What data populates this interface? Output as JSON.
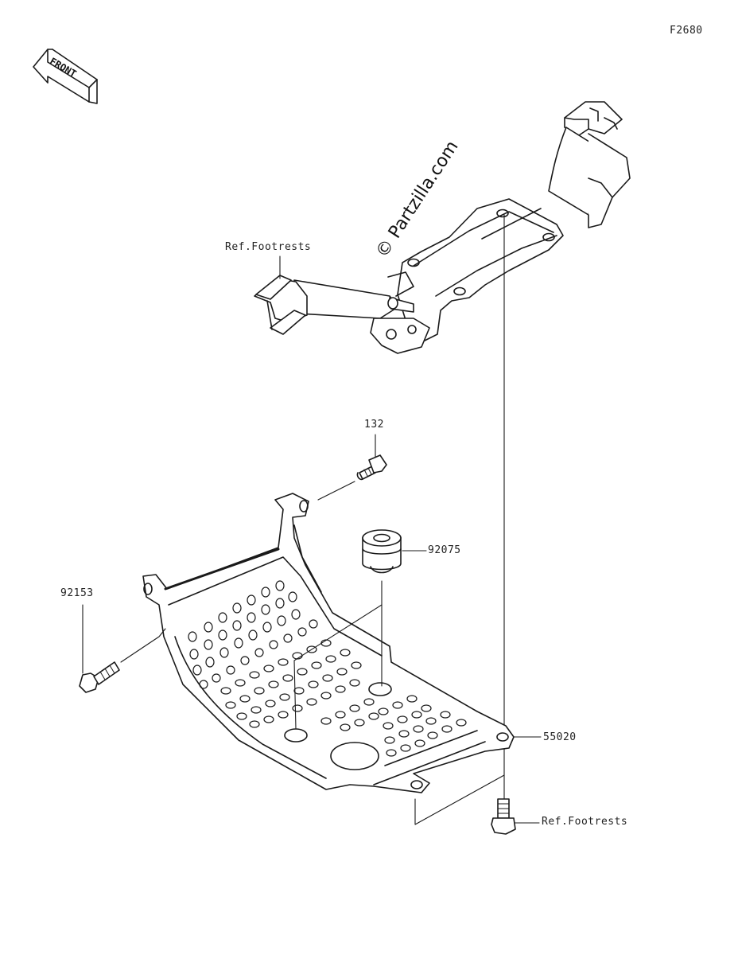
{
  "figure_code": "F2680",
  "front_badge": "FRONT",
  "watermark": "© Partzilla.com",
  "labels": {
    "ref_footrests_top": "Ref.Footrests",
    "part_132": "132",
    "part_92075": "92075",
    "part_92153": "92153",
    "part_55020": "55020",
    "ref_footrests_bottom": "Ref.Footrests"
  }
}
